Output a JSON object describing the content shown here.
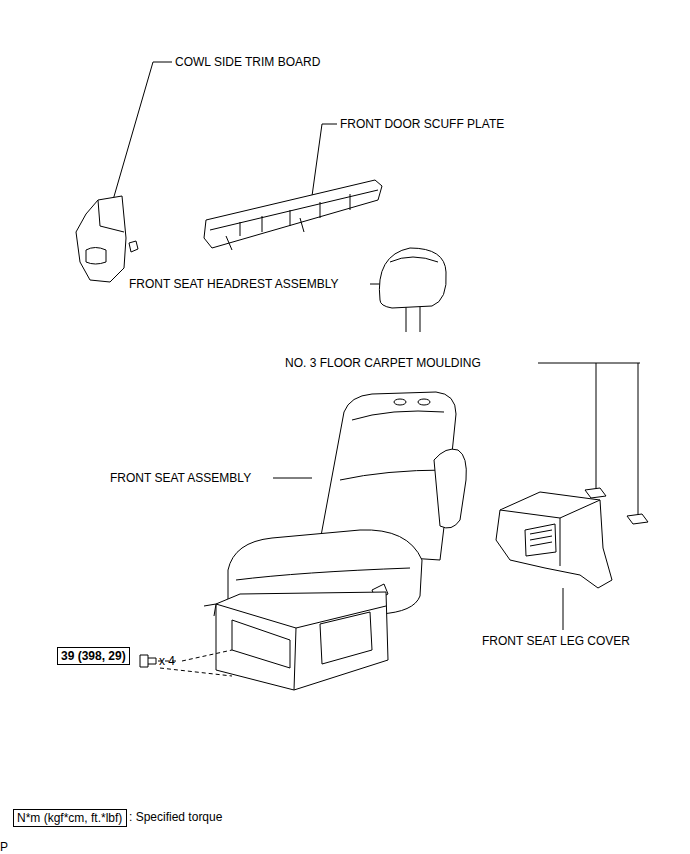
{
  "diagram": {
    "nodes": [
      {
        "text": [
          "39 (398, 29)"
        ]
      },
      {
        "text": [
          "N*m (kgf*cm, ft.*lbf)"
        ]
      }
    ],
    "labels": [
      "COWL SIDE TRIM BOARD",
      "FRONT DOOR SCUFF PLATE",
      "FRONT SEAT HEADREST ASSEMBLY",
      "NO. 3 FLOOR CARPET MOULDING",
      "FRONT SEAT ASSEMBLY",
      "FRONT SEAT LEG COVER",
      "x 4",
      ": Specified torque",
      "P"
    ]
  }
}
